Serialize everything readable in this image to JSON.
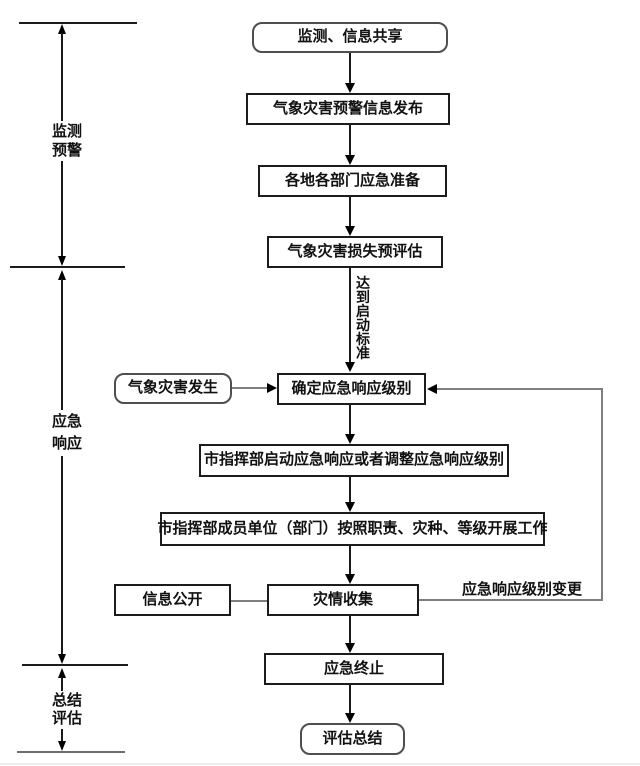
{
  "phases": [
    {
      "id": "monitoring",
      "label": "监测\n预警"
    },
    {
      "id": "response",
      "label": "应急\n响应"
    },
    {
      "id": "summary",
      "label": "总结\n评估"
    }
  ],
  "nodes": [
    {
      "id": "monitor-share",
      "label": "监测、信息共享",
      "shape": "rounded"
    },
    {
      "id": "warning-release",
      "label": "气象灾害预警信息发布",
      "shape": "rect"
    },
    {
      "id": "dept-prepare",
      "label": "各地各部门应急准备",
      "shape": "rect"
    },
    {
      "id": "loss-preassess",
      "label": "气象灾害损失预评估",
      "shape": "rect"
    },
    {
      "id": "disaster-occur",
      "label": "气象灾害发生",
      "shape": "rounded"
    },
    {
      "id": "determine-level",
      "label": "确定应急响应级别",
      "shape": "rect"
    },
    {
      "id": "start-adjust",
      "label": "市指挥部启动应急响应或者调整应急响应级别",
      "shape": "rect"
    },
    {
      "id": "members-work",
      "label": "市指挥部成员单位（部门）按照职责、灾种、等级开展工作",
      "shape": "rect"
    },
    {
      "id": "info-public",
      "label": "信息公开",
      "shape": "rect"
    },
    {
      "id": "disaster-collect",
      "label": "灾情收集",
      "shape": "rect"
    },
    {
      "id": "terminate",
      "label": "应急终止",
      "shape": "rect"
    },
    {
      "id": "evaluate-summary",
      "label": "评估总结",
      "shape": "rounded"
    }
  ],
  "edge_labels": [
    {
      "id": "trigger-standard",
      "label": "达到启动标准"
    },
    {
      "id": "level-change",
      "label": "应急响应级别变更"
    }
  ],
  "colors": {
    "box_border": "#1c1c1c",
    "connector_gray": "#7f7f7f",
    "arrow_black": "#000000"
  }
}
